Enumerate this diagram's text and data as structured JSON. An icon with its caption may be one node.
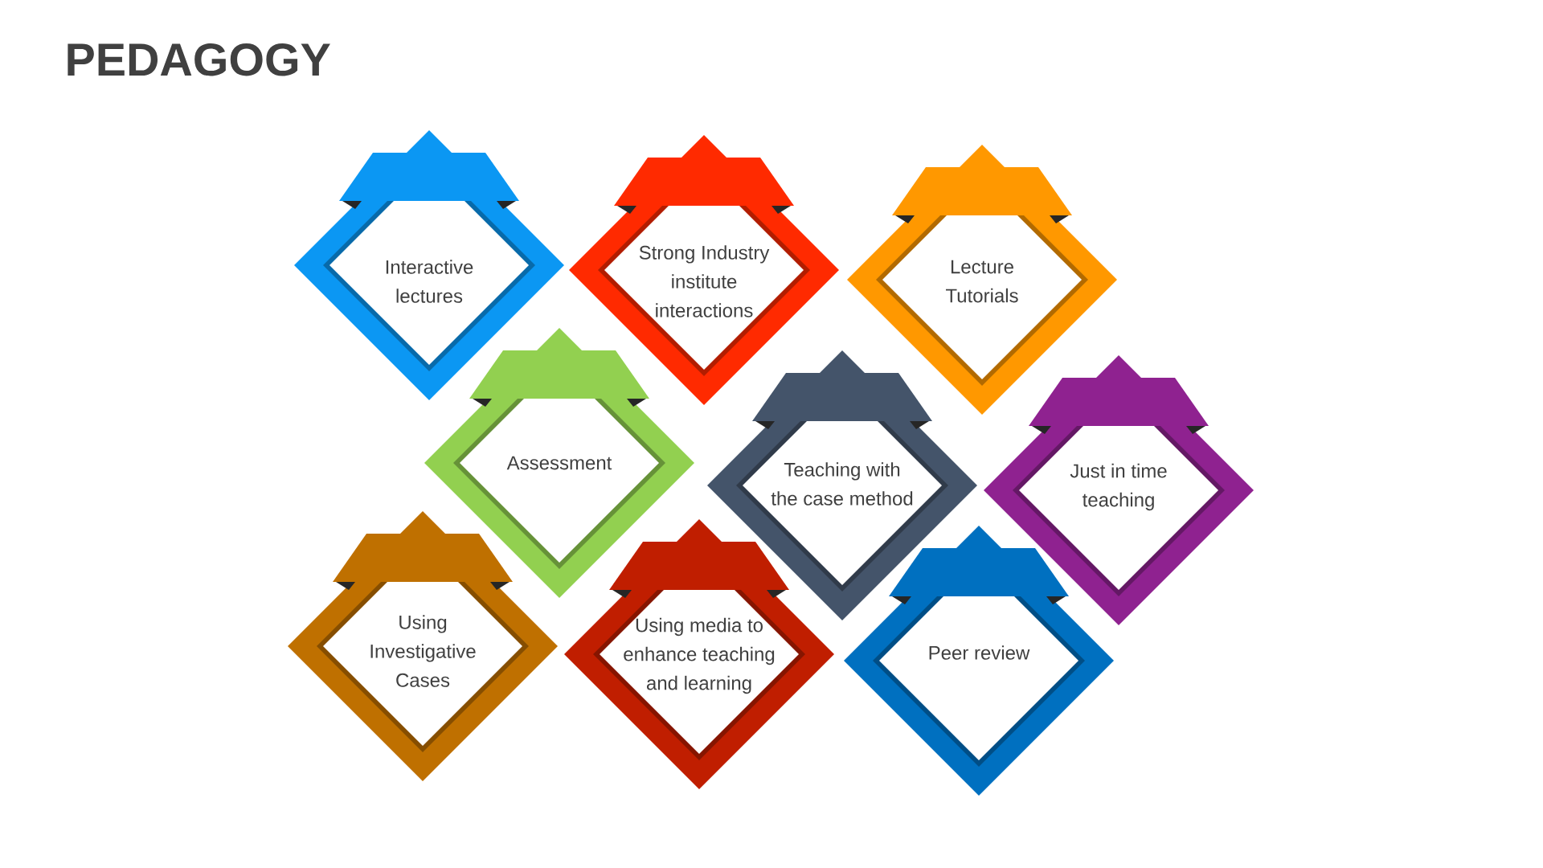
{
  "diagram": {
    "title": "PEDAGOGY",
    "nodes": [
      {
        "text": [
          "Interactive lectures"
        ]
      },
      {
        "text": [
          "Strong Industry institute interactions"
        ]
      },
      {
        "text": [
          "Lecture Tutorials"
        ]
      },
      {
        "text": [
          "Assessment"
        ]
      },
      {
        "text": [
          "Teaching with the case method"
        ]
      },
      {
        "text": [
          "Just in time teaching"
        ]
      },
      {
        "text": [
          "Using Investigative Cases"
        ]
      },
      {
        "text": [
          "Using media to enhance teaching and learning"
        ]
      },
      {
        "text": [
          "Peer review"
        ]
      }
    ]
  }
}
